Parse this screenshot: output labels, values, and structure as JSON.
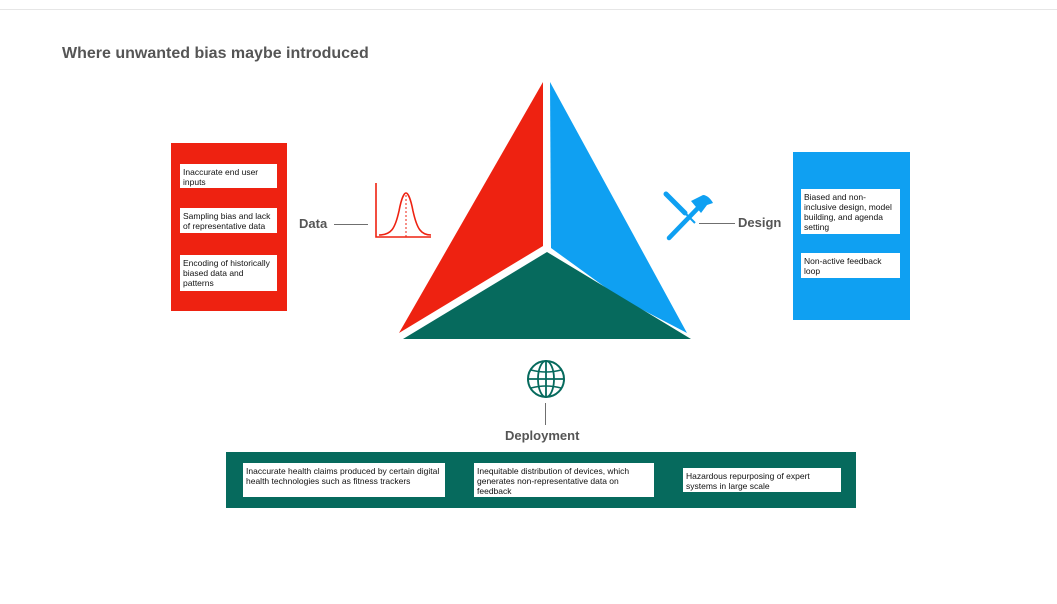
{
  "title": "Where unwanted bias maybe introduced",
  "colors": {
    "data": "#ee2211",
    "design": "#0fa0f2",
    "deployment": "#066a5d",
    "text": "#555555"
  },
  "data_section": {
    "label": "Data",
    "icon": "bell-curve-icon",
    "items": [
      "Inaccurate end user inputs",
      "Sampling bias and lack of representative data",
      "Encoding of historically biased data and patterns"
    ]
  },
  "design_section": {
    "label": "Design",
    "icon": "tools-icon",
    "items": [
      "Biased and non-inclusive design, model building, and agenda setting",
      "Non-active feedback loop"
    ]
  },
  "deployment_section": {
    "label": "Deployment",
    "icon": "globe-icon",
    "items": [
      "Inaccurate health claims produced by certain digital health technologies such as fitness trackers",
      "Inequitable distribution of devices, which generates non-representative data on feedback",
      "Hazardous repurposing of expert systems in large scale"
    ]
  }
}
